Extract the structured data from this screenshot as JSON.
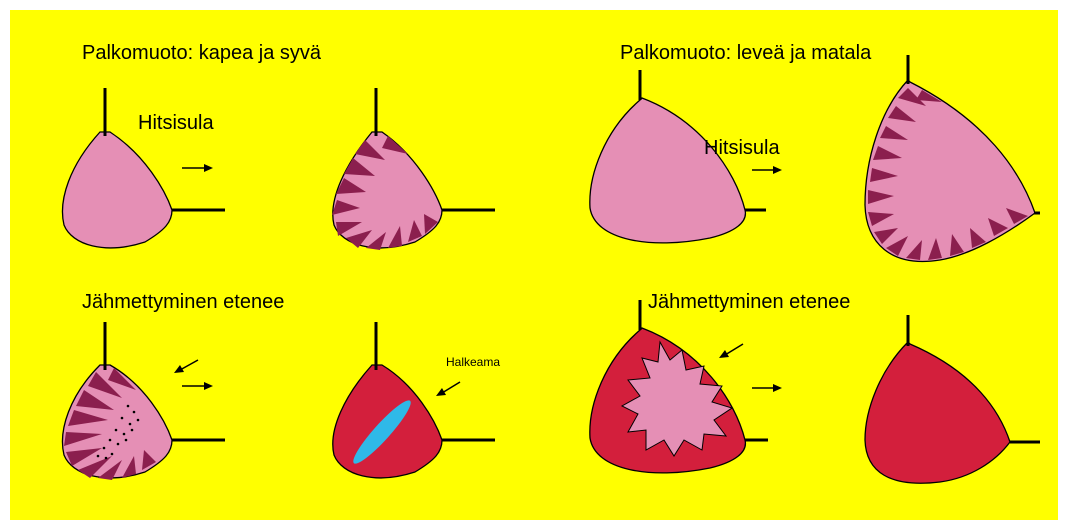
{
  "diagram": {
    "left_title": "Palkomuoto: kapea ja syvä",
    "right_title": "Palkomuoto: leveä ja matala",
    "hitsisula_left": "Hitsisula",
    "hitsisula_right": "Hitsisula",
    "progress_left": "Jähmettyminen etenee",
    "progress_right": "Jähmettyminen etenee",
    "crack_label": "Halkeama"
  },
  "colors": {
    "background": "#ffff00",
    "molten": "#e58fb5",
    "solid": "#d31f3c",
    "dendrite": "#8b1f4e",
    "crack": "#2fb9e8",
    "outline": "#000000"
  }
}
